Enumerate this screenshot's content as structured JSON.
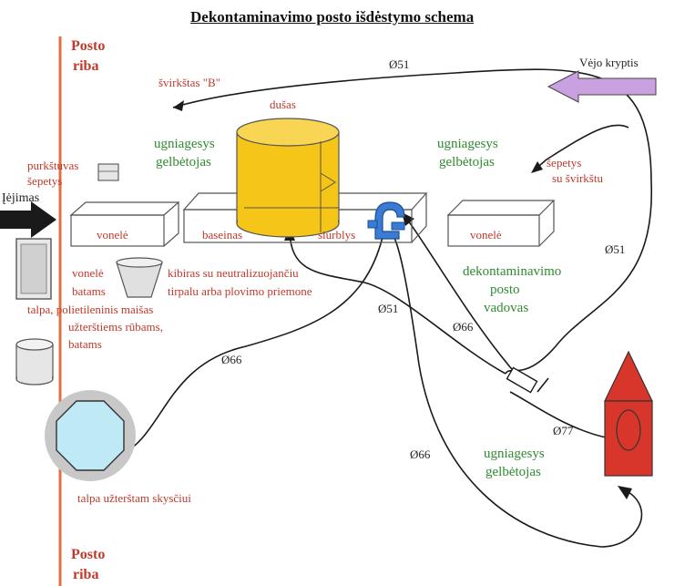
{
  "title": "Dekontaminavimo posto išdėstymo schema",
  "border": {
    "top_line1": "Posto",
    "top_line2": "riba",
    "bottom_line1": "Posto",
    "bottom_line2": "riba"
  },
  "wind": "Vėjo kryptis",
  "entrance": "Įėjimas",
  "labels": {
    "sprayer_b": "švirkštas \"B\"",
    "shower": "dušas",
    "rescuer_left_1": "ugniagesys",
    "rescuer_left_2": "gelbėtojas",
    "rescuer_right_1": "ugniagesys",
    "rescuer_right_2": "gelbėtojas",
    "rescuer_bottom_1": "ugniagesys",
    "rescuer_bottom_2": "gelbėtojas",
    "sprayer_brush_1": "purkštuvas",
    "sprayer_brush_2": "šepetys",
    "brush_syringe_1": "šepetys",
    "brush_syringe_2": "su švirkštu",
    "tub_left": "vonelė",
    "pool": "baseinas",
    "pump": "siurblys",
    "tub_right": "vonelė",
    "shoe_tub_1": "vonelė",
    "shoe_tub_2": "batams",
    "bucket_1": "kibiras su neutralizuojančiu",
    "bucket_2": "tirpalu arba plovimo priemone",
    "bag_1": "talpa, polietileninis maišas",
    "bag_2": "užterštiems rūbams,",
    "bag_3": "batams",
    "commander_1": "dekontaminavimo",
    "commander_2": "posto",
    "commander_3": "vadovas",
    "liquid_tank": "talpa užterštam skysčiui"
  },
  "hoses": {
    "d51_top": "Ø51",
    "d51_right": "Ø51",
    "d51_mid": "Ø51",
    "d66_left": "Ø66",
    "d66_mid": "Ø66",
    "d66_bottom": "Ø66",
    "d77": "Ø77"
  },
  "colors": {
    "border_line": "#e07040",
    "red_text": "#c0392b",
    "green_text": "#2e8b2e",
    "shower_fill": "#f5c518",
    "pump_fill": "#3a7bd5",
    "truck_fill": "#d9362b",
    "tank_fill": "#bfe9f5",
    "wind_arrow": "#c9a0e0"
  }
}
